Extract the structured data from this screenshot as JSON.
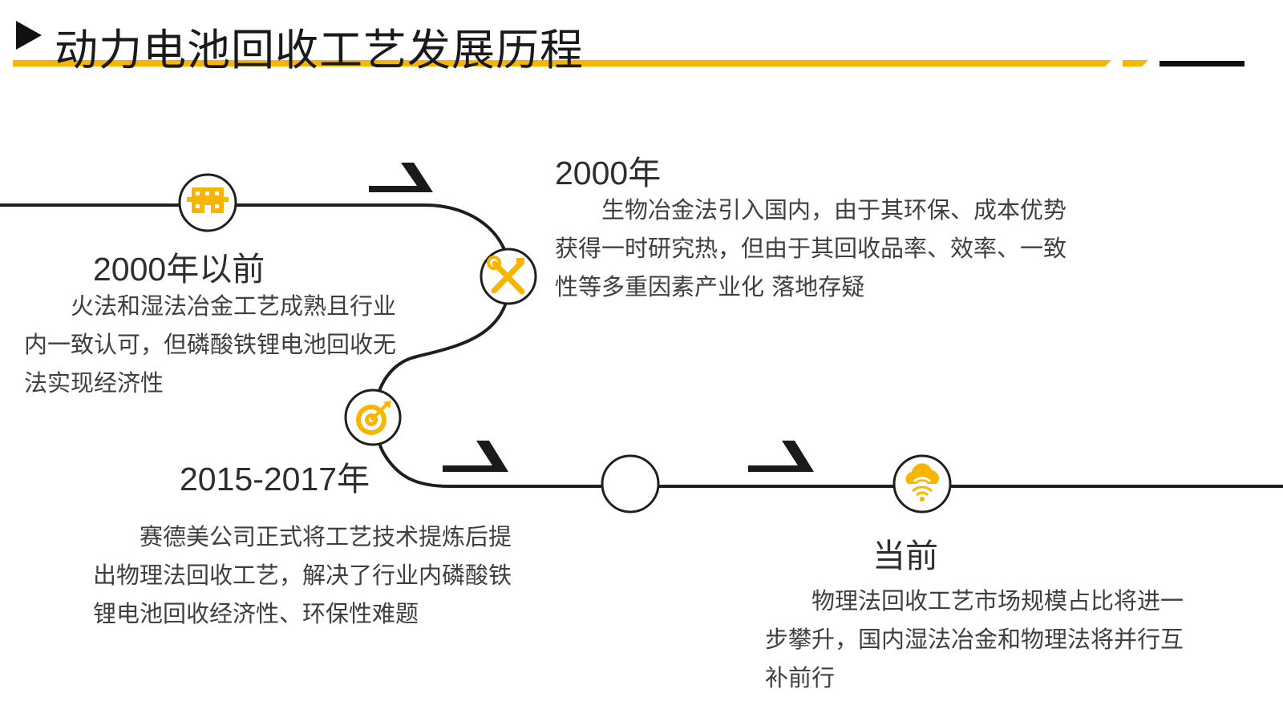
{
  "title": "动力电池回收工艺发展历程",
  "colors": {
    "accent": "#f7b500",
    "line": "#1f1f1f",
    "text": "#3c3c3c"
  },
  "milestones": [
    {
      "icon": "building-icon",
      "period": "2000年以前",
      "text": "火法和湿法冶金工艺成熟且行业内一致认可，但磷酸铁锂电池回收无法实现经济性"
    },
    {
      "icon": "tools-icon",
      "period": "2000年",
      "text": "生物冶金法引入国内，由于其环保、成本优势获得一时研究热，但由于其回收品率、效率、一致性等多重因素产业化 落地存疑"
    },
    {
      "icon": "target-icon",
      "period": "2015-2017年",
      "text": "赛德美公司正式将工艺技术提炼后提出物理法回收工艺，解决了行业内磷酸铁锂电池回收经济性、环保性难题"
    },
    {
      "icon": "cloud-wifi-icon",
      "period": "当前",
      "text": "物理法回收工艺市场规模占比将进一步攀升，国内湿法冶金和物理法将并行互补前行"
    }
  ]
}
